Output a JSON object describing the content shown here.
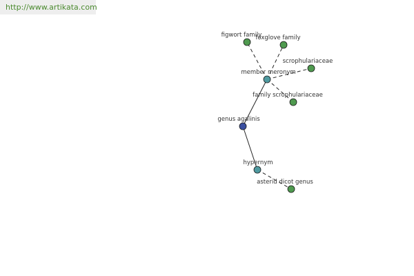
{
  "watermark": "http://www.artikata.com",
  "colors": {
    "leaf": "#4f9a4f",
    "relation": "#4f9aa0",
    "root": "#3a4fa0",
    "edge": "#222222"
  },
  "nodes": [
    {
      "id": "genus",
      "label": "genus agalinis",
      "kind": "root"
    },
    {
      "id": "meronym",
      "label": "member meronym",
      "kind": "relation"
    },
    {
      "id": "hypernym",
      "label": "hypernym",
      "kind": "relation"
    },
    {
      "id": "figwort",
      "label": "figwort family",
      "kind": "leaf"
    },
    {
      "id": "foxglove",
      "label": "foxglove family",
      "kind": "leaf"
    },
    {
      "id": "scroph",
      "label": "scrophulariaceae",
      "kind": "leaf"
    },
    {
      "id": "familyscroph",
      "label": "family scrophulariaceae",
      "kind": "leaf"
    },
    {
      "id": "asterid",
      "label": "asterid dicot genus",
      "kind": "leaf"
    }
  ],
  "edges": [
    {
      "from": "genus",
      "to": "meronym",
      "style": "solid"
    },
    {
      "from": "genus",
      "to": "hypernym",
      "style": "solid"
    },
    {
      "from": "meronym",
      "to": "figwort",
      "style": "dashed"
    },
    {
      "from": "meronym",
      "to": "foxglove",
      "style": "dashed"
    },
    {
      "from": "meronym",
      "to": "scroph",
      "style": "dashed"
    },
    {
      "from": "meronym",
      "to": "familyscroph",
      "style": "dashed"
    },
    {
      "from": "hypernym",
      "to": "asterid",
      "style": "dashed"
    }
  ]
}
